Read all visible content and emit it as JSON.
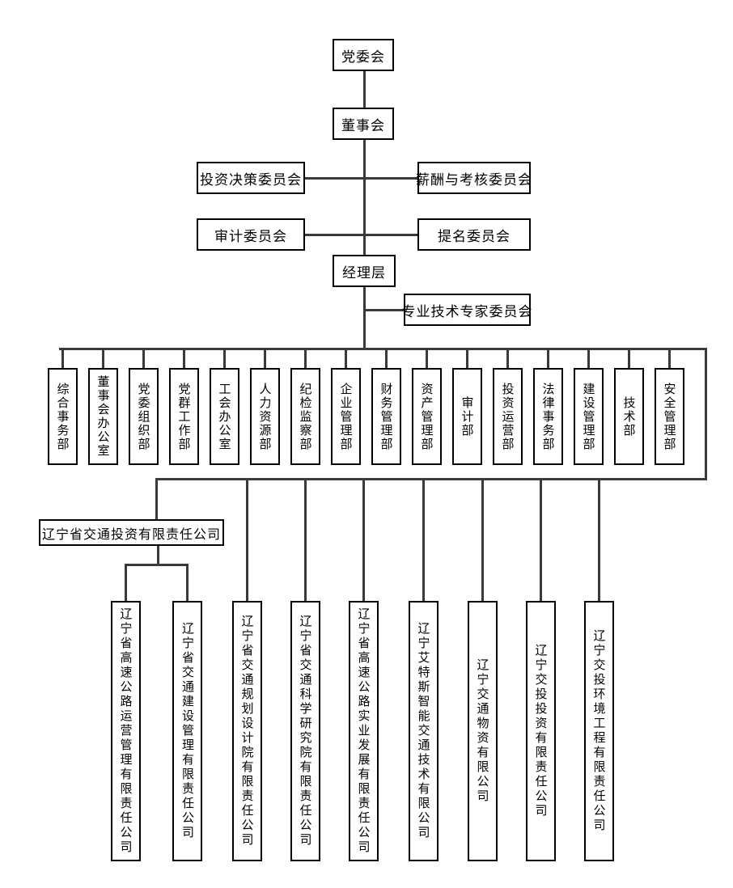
{
  "org": {
    "party_committee": "党委会",
    "board": "董事会",
    "management": "经理层",
    "committees": {
      "investment_decision": "投资决策委员会",
      "compensation_assessment": "薪酬与考核委员会",
      "audit": "审计委员会",
      "nomination": "提名委员会",
      "professional_expert": "专业技术专家委员会"
    },
    "departments": [
      "综合事务部",
      "董事会办公室",
      "党委组织部",
      "党群工作部",
      "工会办公室",
      "人力资源部",
      "纪检监察部",
      "企业管理部",
      "财务管理部",
      "资产管理部",
      "审计部",
      "投资运营部",
      "法律事务部",
      "建设管理部",
      "技术部",
      "安全管理部"
    ],
    "parent_company": "辽宁省交通投资有限责任公司",
    "subsidiaries": [
      "辽宁省高速公路运营管理有限责任公司",
      "辽宁省交通建设管理有限责任公司",
      "辽宁省交通规划设计院有限责任公司",
      "辽宁省交通科学研究院有限责任公司",
      "辽宁省高速公路实业发展有限责任公司",
      "辽宁艾特斯智能交通技术有限公司",
      "辽宁交通物资有限公司",
      "辽宁交投投资有限责任公司",
      "辽宁交投环境工程有限责任公司"
    ]
  },
  "colors": {
    "line": "#3a3a3a",
    "border": "#000000",
    "background": "#ffffff",
    "text": "#000000"
  }
}
